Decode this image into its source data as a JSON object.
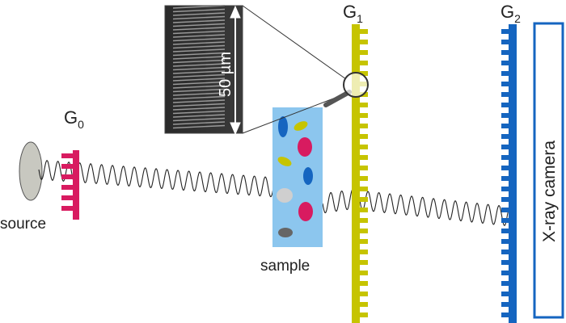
{
  "labels": {
    "source": "source",
    "sample": "sample",
    "g0_main": "G",
    "g0_sub": "0",
    "g1_main": "G",
    "g1_sub": "1",
    "g2_main": "G",
    "g2_sub": "2",
    "camera": "X-ray camera",
    "scale": "50 µm"
  },
  "colors": {
    "g0": "#d81b60",
    "g1": "#c6c400",
    "g2": "#1565c0",
    "sample_bg": "#8cc6ee",
    "source_fill": "#c8c8c0",
    "camera_border": "#1565c0",
    "wave": "#222222"
  },
  "icons": {
    "magnifier": "magnifier-icon",
    "scale_arrow": "double-arrow-icon"
  }
}
